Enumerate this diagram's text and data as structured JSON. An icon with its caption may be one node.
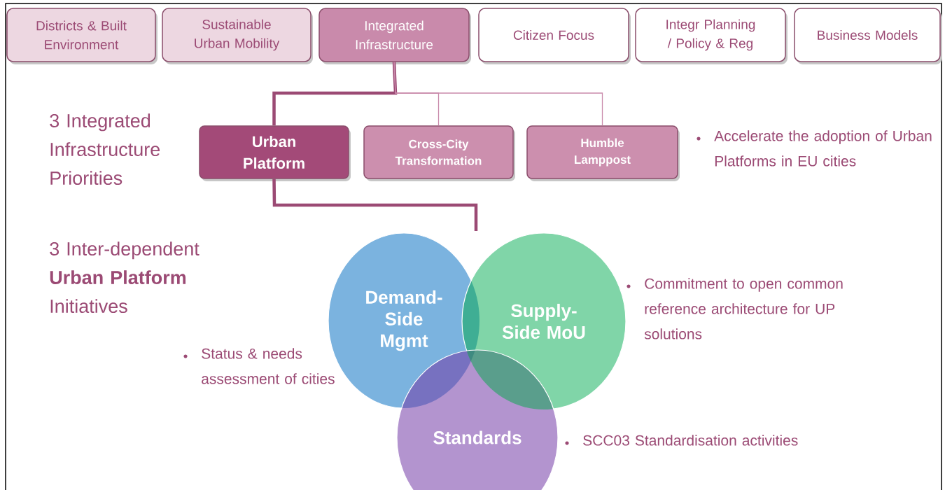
{
  "diagram": {
    "nodes": [
      {
        "text": [
          "Districts & Built Environment"
        ]
      },
      {
        "text": [
          "Sustainable Urban Mobility"
        ]
      },
      {
        "text": [
          "Integrated Infrastructure"
        ]
      },
      {
        "text": [
          "Citizen Focus"
        ]
      },
      {
        "text": [
          "Integr Planning / Policy & Reg"
        ]
      },
      {
        "text": [
          "Business Models"
        ]
      },
      {
        "text": [
          "Urban Platform"
        ]
      },
      {
        "text": [
          "Cross-City Transformation"
        ]
      },
      {
        "text": [
          "Humble Lamppost"
        ]
      },
      {
        "text": [
          "Demand-Side Mgmt"
        ],
        "beside": [
          "Status & needs assessment of cities"
        ]
      },
      {
        "text": [
          "Supply-Side MoU"
        ],
        "beside": [
          "Commitment to open common reference architecture for UP solutions"
        ]
      },
      {
        "text": [
          "Standards"
        ],
        "beside": [
          "SCC03 Standardisation activities"
        ]
      }
    ],
    "edges": [
      {
        "from": 2,
        "to": 6,
        "arrow": "none",
        "style": "thick"
      },
      {
        "from": 2,
        "to": 7,
        "arrow": "none"
      },
      {
        "from": 2,
        "to": 8,
        "arrow": "none"
      },
      {
        "from": 6,
        "to": null,
        "arrow": "none",
        "style": "thick"
      }
    ],
    "labels": [
      "3 Integrated Infrastructure Priorities",
      "Accelerate the adoption of Urban Platforms in EU cities",
      "3 Inter-dependent **Urban Platform** Initiatives"
    ]
  }
}
